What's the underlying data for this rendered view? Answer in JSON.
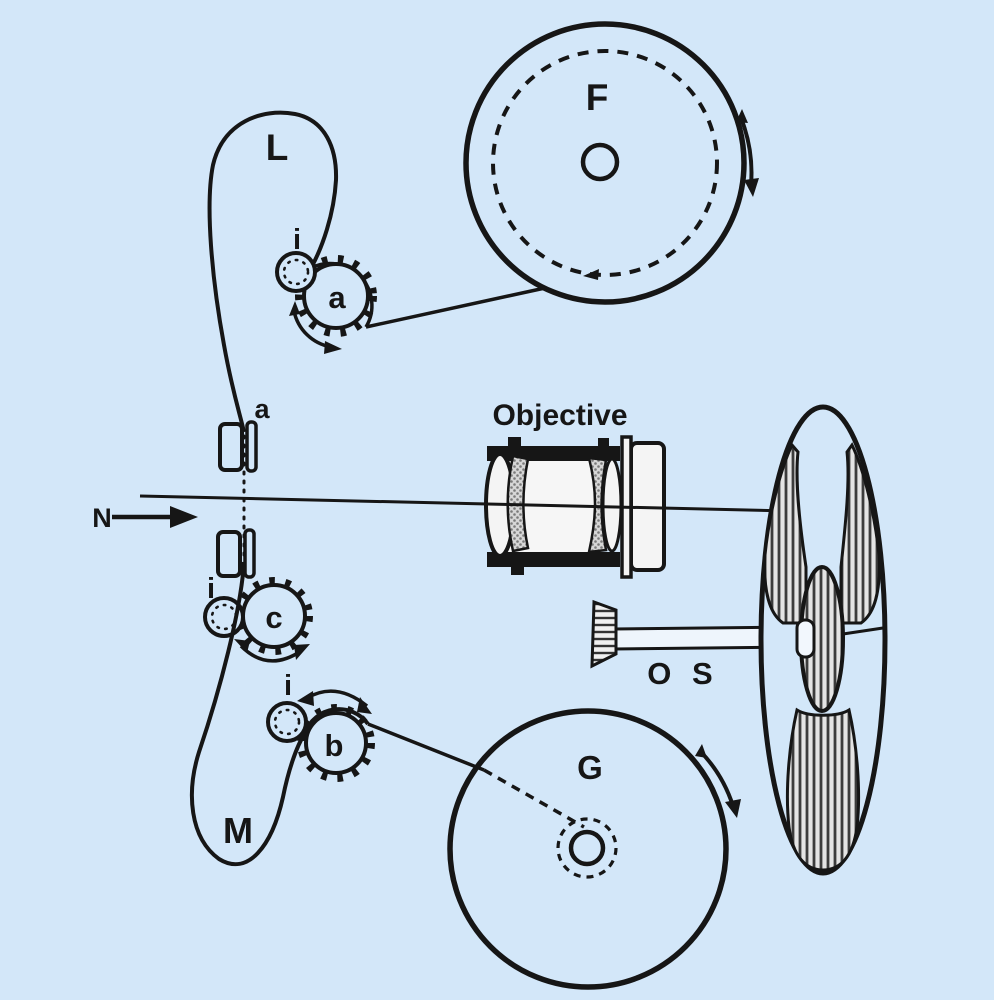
{
  "page": {
    "background_color": "#d3e7f9",
    "ink_color": "#161616",
    "edge_strip_color": "#ffffff"
  },
  "labels": {
    "feed_reel": "F",
    "upper_loop": "L",
    "idler_upper": "i",
    "sprocket_a": "a",
    "gate": "a",
    "objective": "Objective",
    "beam": "N",
    "idler_middle": "i",
    "sprocket_c": "c",
    "idler_lower": "i",
    "sprocket_b": "b",
    "shutter": "O S",
    "lower_loop": "M",
    "takeup_reel": "G"
  }
}
